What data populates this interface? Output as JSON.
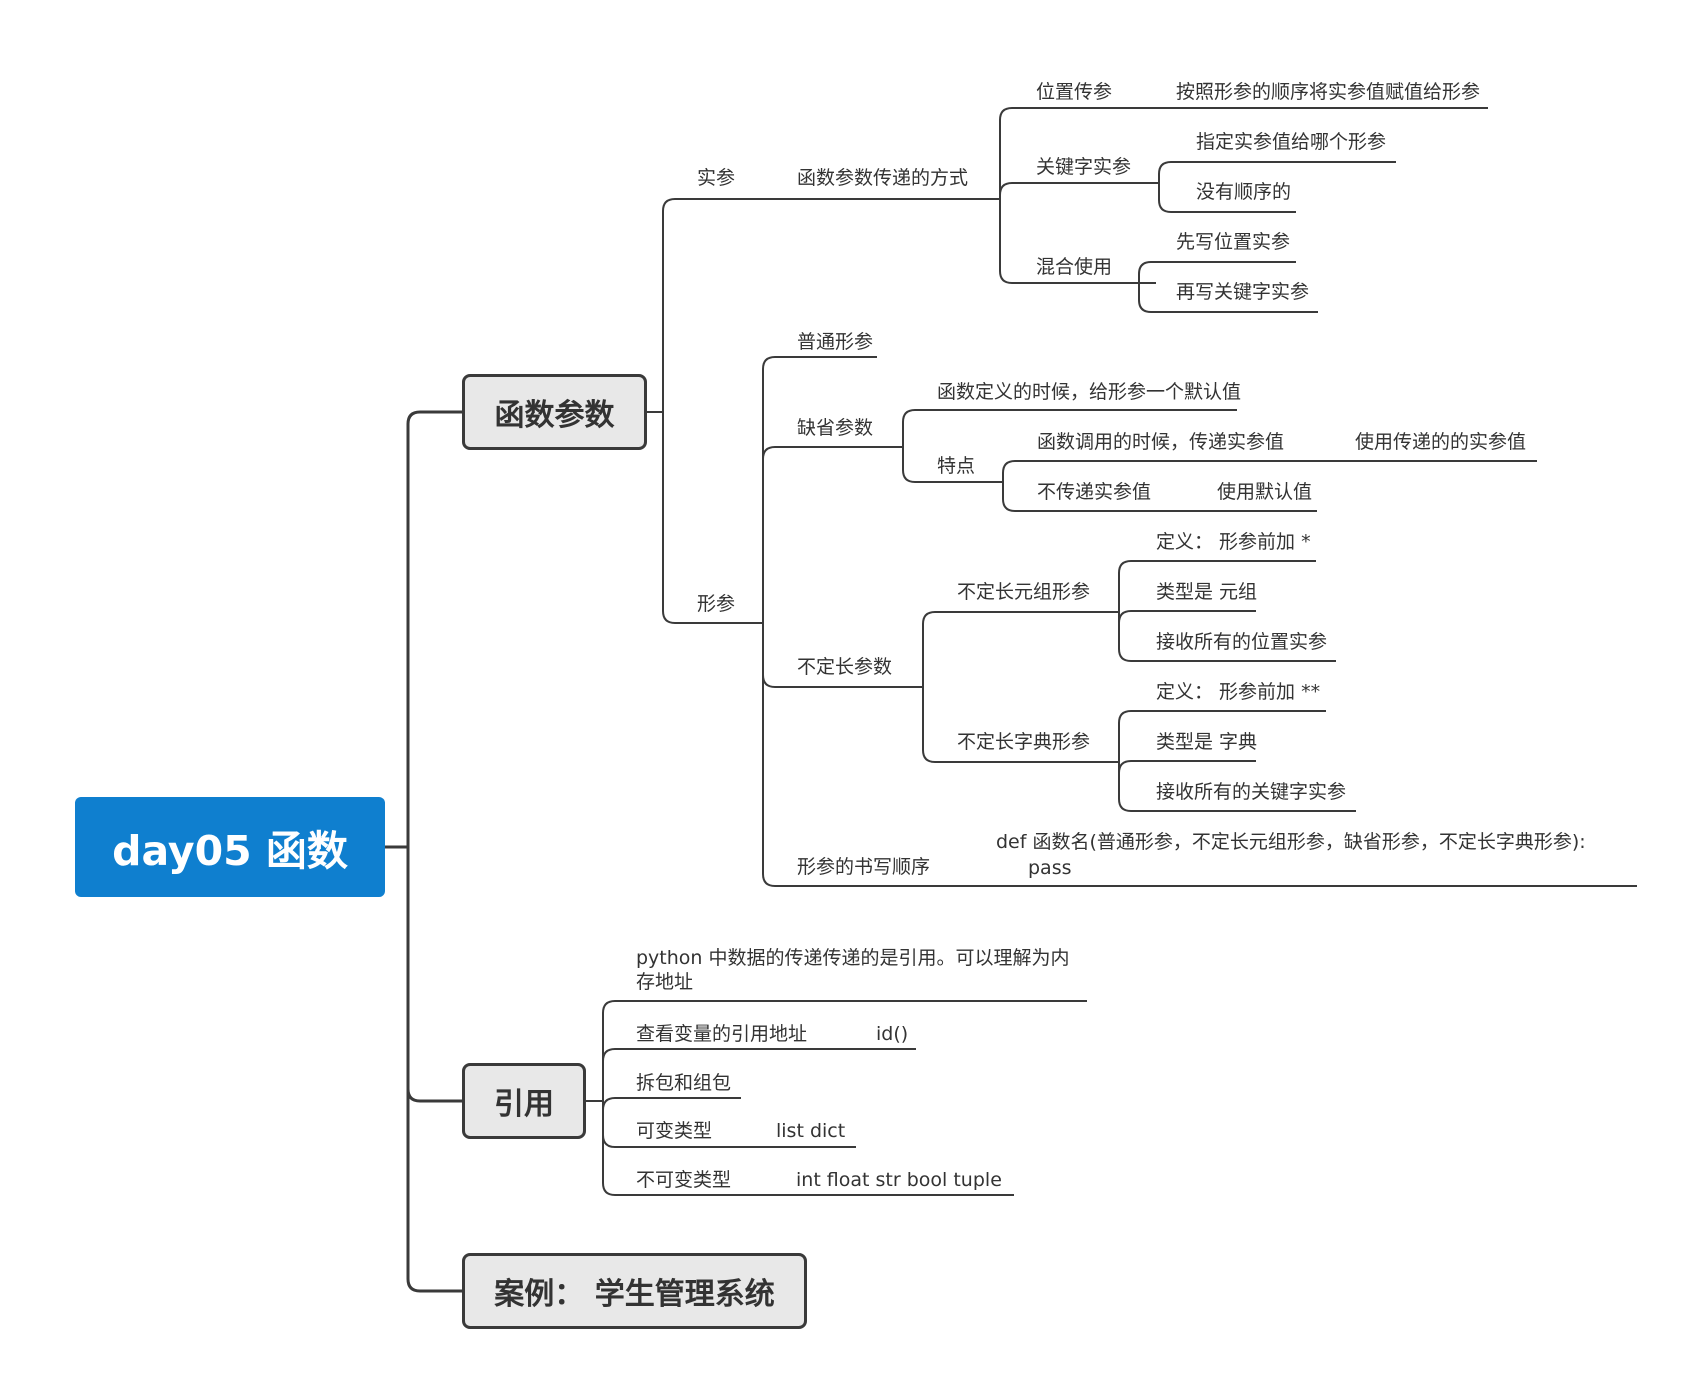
{
  "root": "day05 函数",
  "mains": {
    "params": "函数参数",
    "ref": "引用",
    "case": "案例： 学生管理系统"
  },
  "actual": {
    "label": "实参",
    "way": "函数参数传递的方式",
    "positional": "位置传参",
    "positional_desc": "按照形参的顺序将实参值赋值给形参",
    "keyword": "关键字实参",
    "keyword_a": "指定实参值给哪个形参",
    "keyword_b": "没有顺序的",
    "mixed": "混合使用",
    "mixed_a": "先写位置实参",
    "mixed_b": "再写关键字实参"
  },
  "formal": {
    "label": "形参",
    "normal": "普通形参",
    "default": "缺省参数",
    "default_def": "函数定义的时候，给形参一个默认值",
    "feature": "特点",
    "feature_a": "函数调用的时候，传递实参值",
    "feature_a_r": "使用传递的的实参值",
    "feature_b": "不传递实参值",
    "feature_b_r": "使用默认值",
    "var": "不定长参数",
    "tuple": "不定长元组形参",
    "tuple_a": "定义： 形参前加 *",
    "tuple_b": "类型是 元组",
    "tuple_c": "接收所有的位置实参",
    "dict": "不定长字典形参",
    "dict_a": "定义： 形参前加 **",
    "dict_b": "类型是 字典",
    "dict_c": "接收所有的关键字实参",
    "order": "形参的书写顺序",
    "order_line1": "def  函数名(普通形参，不定长元组形参，缺省形参，不定长字典形参):",
    "order_line2": "pass"
  },
  "reference": {
    "desc": "python 中数据的传递传递的是引用。可以理解为内存地址",
    "view": "查看变量的引用地址",
    "view_fn": "id()",
    "pack": "拆包和组包",
    "mutable": "可变类型",
    "mutable_v": "list  dict",
    "immutable": "不可变类型",
    "immutable_v": "int float  str  bool  tuple"
  },
  "colors": {
    "root_bg": "#0f7fcf",
    "main_bg": "#e8e8e8",
    "line": "#3a3a3a",
    "text": "#333333"
  }
}
